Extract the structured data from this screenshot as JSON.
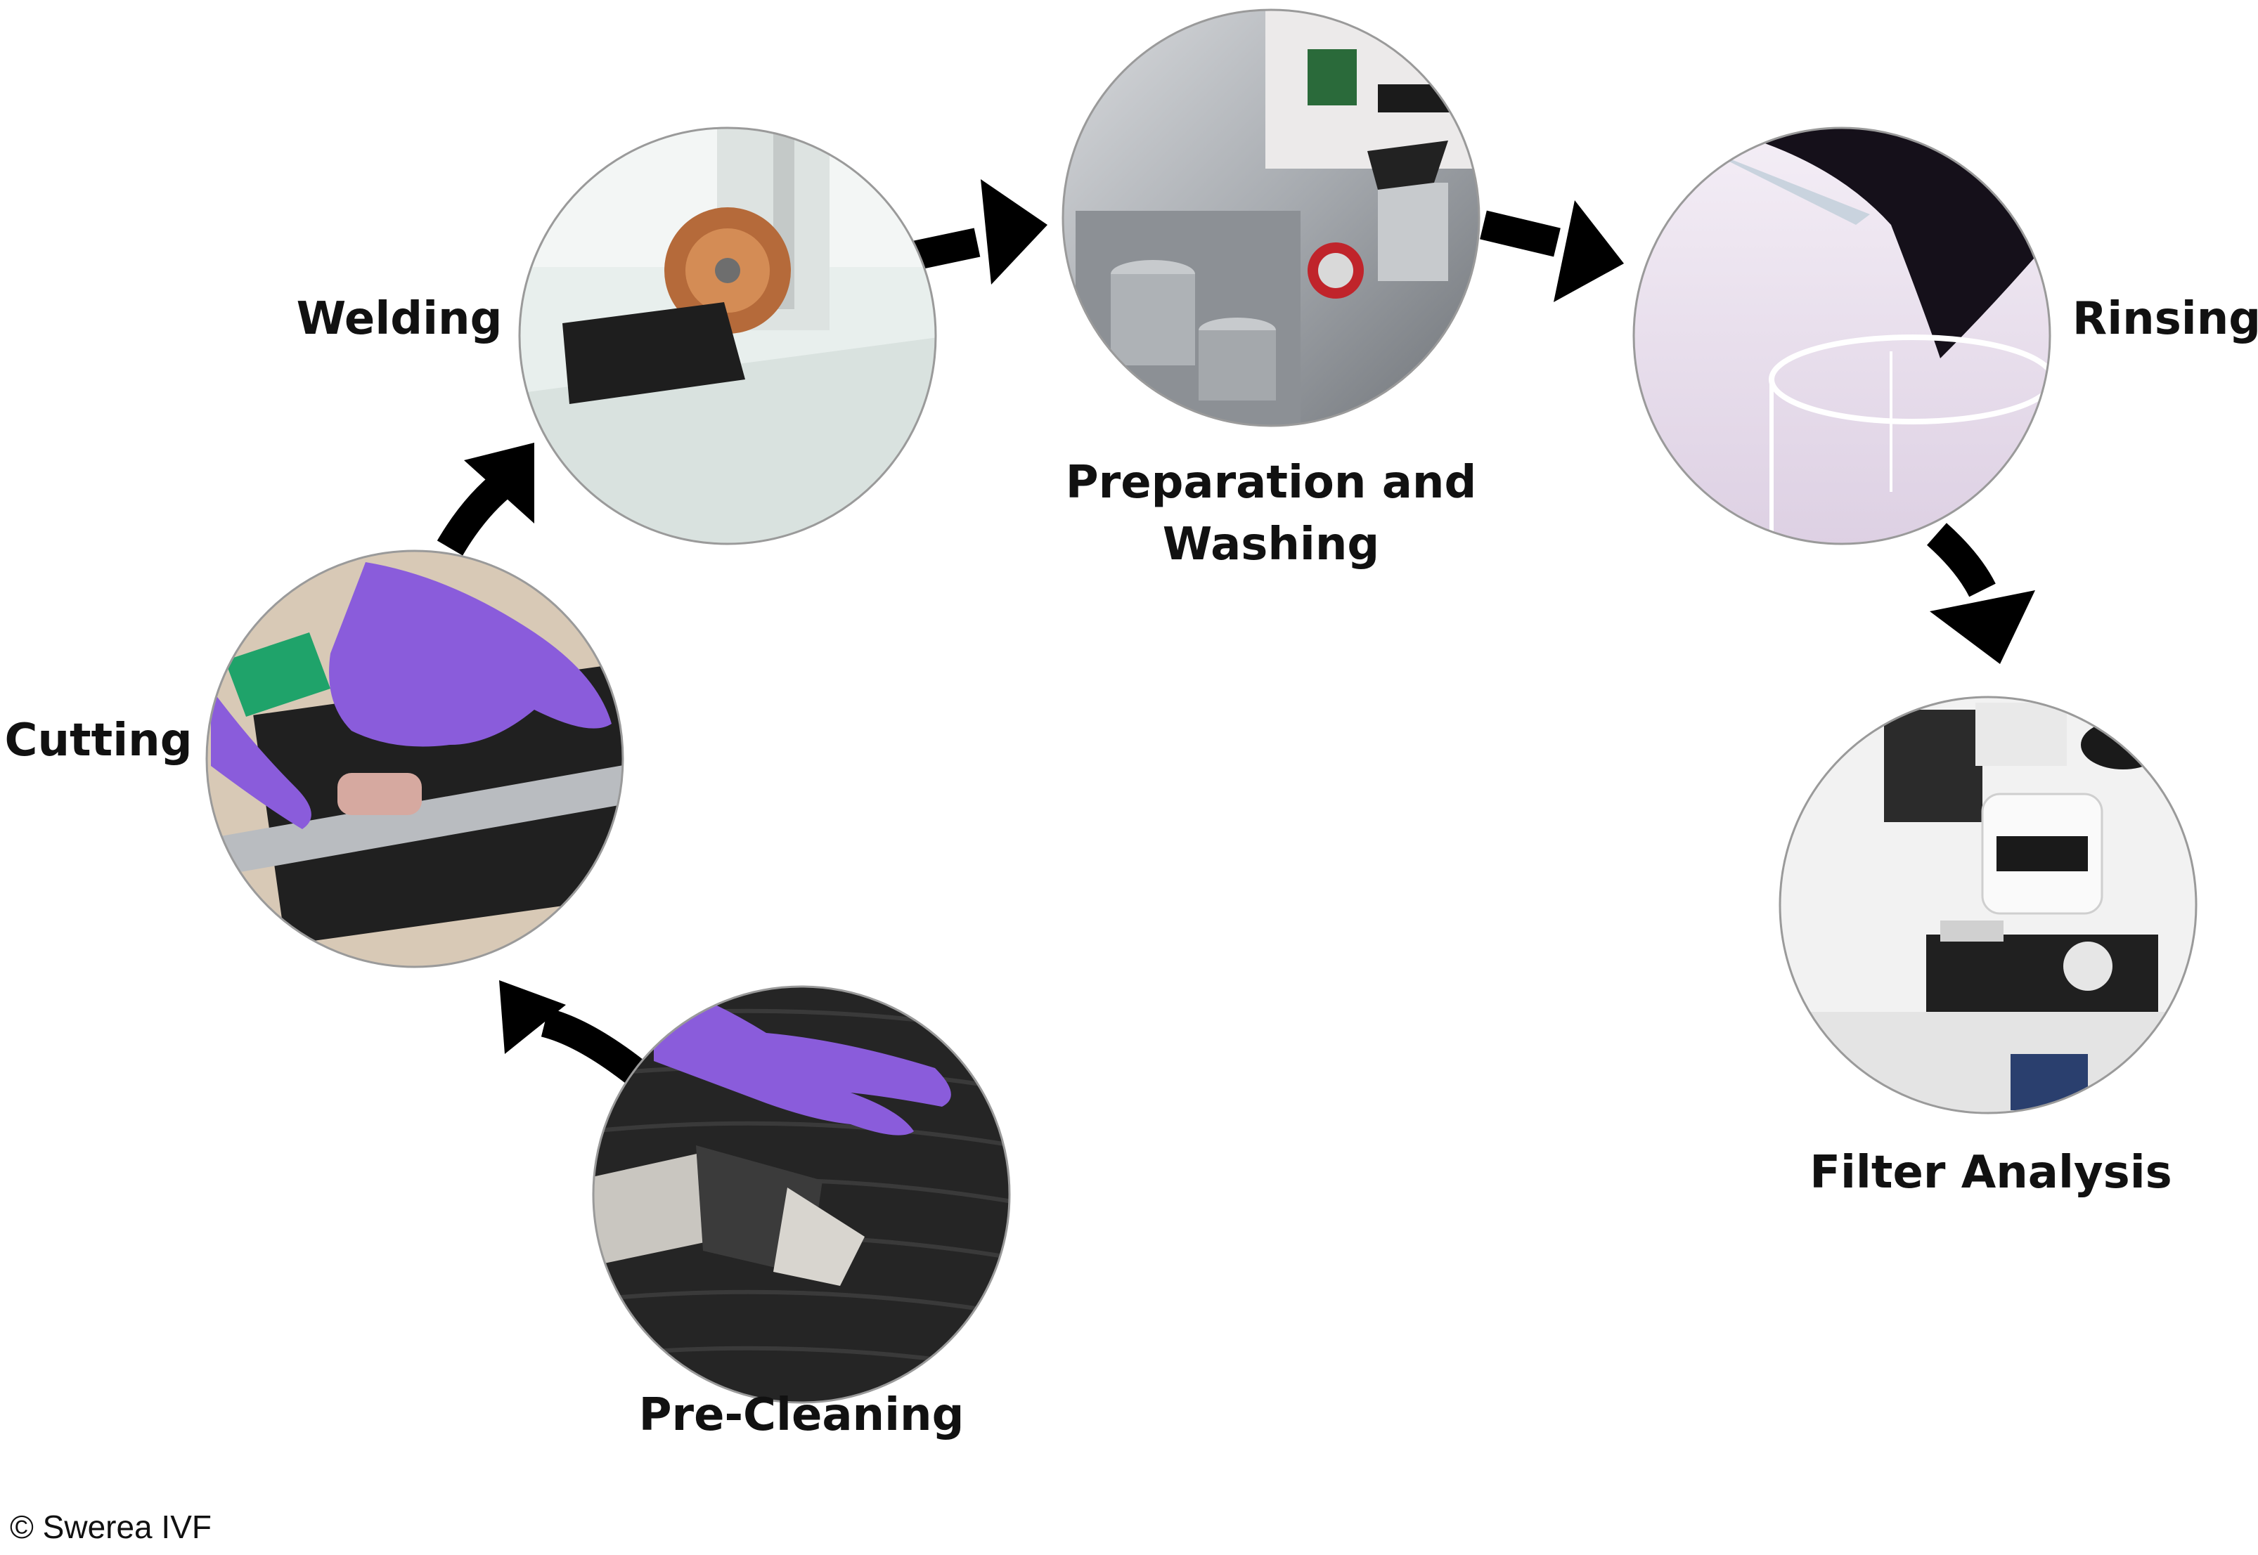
{
  "steps": [
    {
      "id": "pre-cleaning",
      "label": "Pre-Cleaning"
    },
    {
      "id": "cutting",
      "label": "Cutting"
    },
    {
      "id": "welding",
      "label": "Welding"
    },
    {
      "id": "preparation-washing",
      "label_line1": "Preparation and",
      "label_line2": "Washing"
    },
    {
      "id": "rinsing",
      "label": "Rinsing"
    },
    {
      "id": "filter-analysis",
      "label": "Filter Analysis"
    }
  ],
  "credit": "© Swerea IVF",
  "colors": {
    "arrow": "#000000",
    "text": "#111111",
    "glove": "#8a5cdb",
    "fabric": "#1c1c1c",
    "steel": "#b9bcc0"
  }
}
